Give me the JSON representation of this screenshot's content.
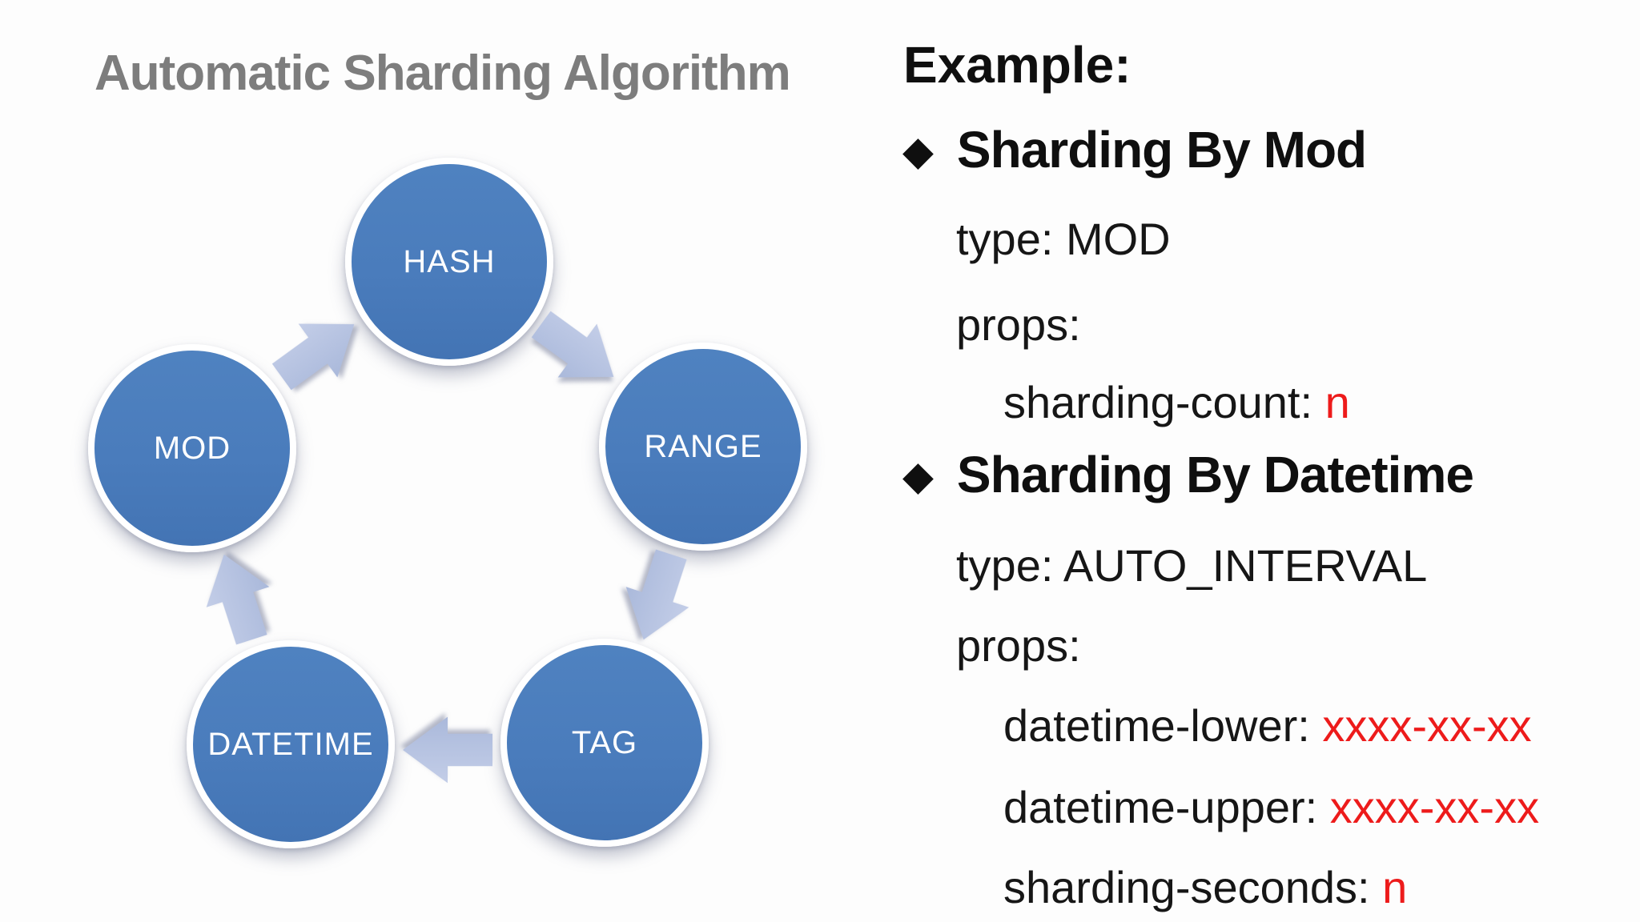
{
  "slide": {
    "title": "Automatic Sharding Algorithm"
  },
  "diagram": {
    "type": "cycle",
    "direction": "clockwise",
    "nodes": [
      {
        "id": "hash",
        "label": "HASH"
      },
      {
        "id": "range",
        "label": "RANGE"
      },
      {
        "id": "tag",
        "label": "TAG"
      },
      {
        "id": "datetime",
        "label": "DATETIME"
      },
      {
        "id": "mod",
        "label": "MOD"
      }
    ],
    "edges": [
      {
        "from": "HASH",
        "to": "RANGE"
      },
      {
        "from": "RANGE",
        "to": "TAG"
      },
      {
        "from": "TAG",
        "to": "DATETIME"
      },
      {
        "from": "DATETIME",
        "to": "MOD"
      },
      {
        "from": "MOD",
        "to": "HASH"
      }
    ],
    "colors": {
      "node_fill": "#4a7cbc",
      "node_ring": "#ffffff",
      "node_label": "#ffffff",
      "arrow_fill": "#b4c1e0"
    }
  },
  "example": {
    "heading": "Example:",
    "bullet_icon": "◆",
    "text_color": "#161616",
    "value_color": "#ed1b1b",
    "title_color": "#7d7d7d",
    "sections": [
      {
        "title": "Sharding By Mod",
        "lines": [
          {
            "text": "type: MOD"
          },
          {
            "text": "props:"
          },
          {
            "text": "sharding-count: ",
            "value": "n"
          }
        ]
      },
      {
        "title": "Sharding By Datetime",
        "lines": [
          {
            "text": "type: AUTO_INTERVAL"
          },
          {
            "text": "props:"
          },
          {
            "text": "datetime-lower: ",
            "value": "xxxx-xx-xx"
          },
          {
            "text": "datetime-upper: ",
            "value": "xxxx-xx-xx"
          },
          {
            "text": "sharding-seconds: ",
            "value": "n"
          }
        ]
      }
    ]
  }
}
